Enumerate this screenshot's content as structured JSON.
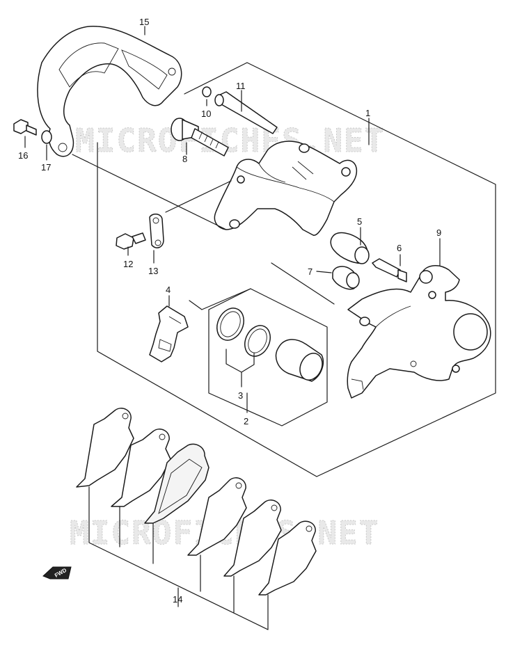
{
  "diagram": {
    "watermark": "MICROFICHES.NET",
    "direction_marker": "FWD",
    "callouts": [
      "1",
      "2",
      "3",
      "4",
      "5",
      "6",
      "7",
      "8",
      "9",
      "10",
      "11",
      "12",
      "13",
      "14",
      "15",
      "16",
      "17"
    ]
  }
}
